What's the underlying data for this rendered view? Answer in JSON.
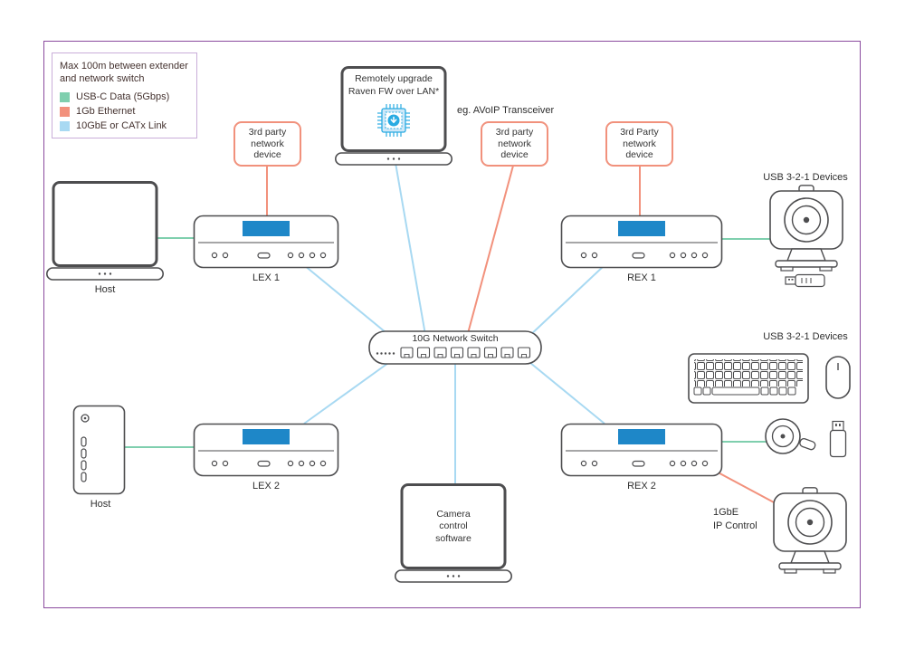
{
  "legend": {
    "title": "Max 100m between extender\nand network switch",
    "items": [
      {
        "label": "USB-C Data (5Gbps)",
        "color": "#7fcfae"
      },
      {
        "label": "1Gb Ethernet",
        "color": "#f2917c"
      },
      {
        "label": "10GbE or CATx Link",
        "color": "#a8d9f2"
      }
    ]
  },
  "callouts": {
    "lex1": "3rd party\nnetwork\ndevice",
    "center": "3rd party\nnetwork\ndevice",
    "rex1": "3rd Party\nnetwork\ndevice"
  },
  "annotations": {
    "avoip": "eg. AVoIP Transceiver",
    "remote_upgrade": "Remotely upgrade\nRaven FW over LAN*",
    "camera_software": "Camera\ncontrol\nsoftware",
    "ip_control": "1GbE\nIP Control",
    "usb_devices_top": "USB 3-2-1 Devices",
    "usb_devices_mid": "USB 3-2-1 Devices"
  },
  "devices": {
    "host1": "Host",
    "host2": "Host",
    "lex1": "LEX 1",
    "lex2": "LEX 2",
    "rex1": "REX 1",
    "rex2": "REX 2",
    "network_switch": "10G Network Switch"
  },
  "colors": {
    "frame": "#8a4a9e",
    "usb_c_link": "#7fcfae",
    "ethernet_link": "#f2917c",
    "catx_link": "#a8d9f2",
    "device_screen": "#1e87c8",
    "chip_accent": "#29abe2"
  }
}
